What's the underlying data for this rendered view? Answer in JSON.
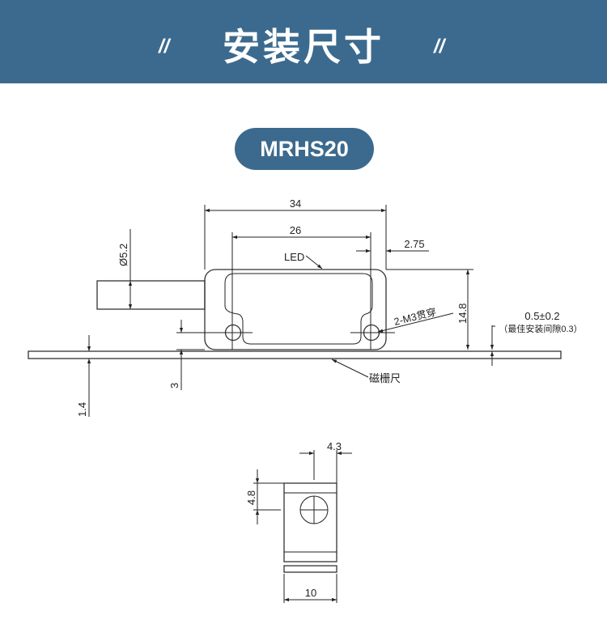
{
  "header": {
    "title": "安装尺寸",
    "left_mark": "//",
    "right_mark": "//"
  },
  "model": "MRHS20",
  "side_view": {
    "dim_total_width": "34",
    "dim_hole_spacing": "26",
    "dim_hole_offset": "2.75",
    "dim_cable_diameter": "Ø5.2",
    "dim_height": "14.8",
    "dim_hole_height": "3",
    "dim_scale_thickness": "1.4",
    "label_led": "LED",
    "label_holes": "2-M3贯穿",
    "label_gap": "0.5±0.2",
    "label_gap_note": "（最佳安装间隙0.3）",
    "label_scale": "磁栅尺"
  },
  "end_view": {
    "dim_hole_x": "4.3",
    "dim_hole_y": "4.8",
    "dim_width": "10"
  },
  "colors": {
    "accent": "#3c6a8e"
  }
}
